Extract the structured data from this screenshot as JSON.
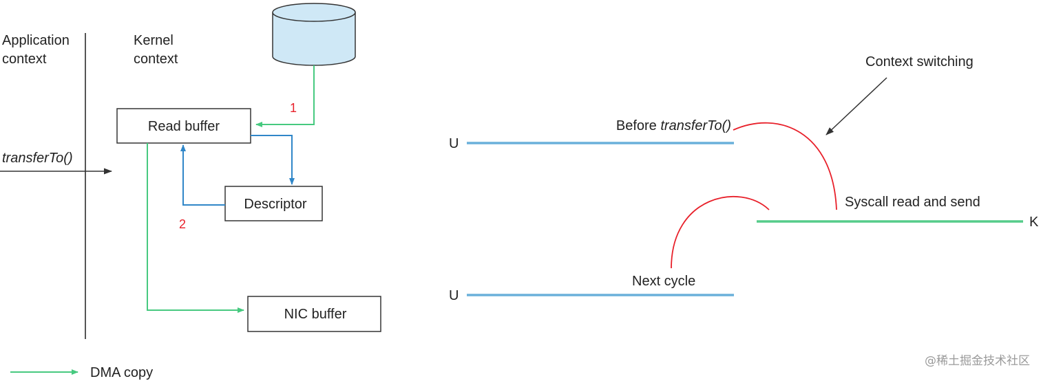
{
  "left_diagram": {
    "app_context_line1": "Application",
    "app_context_line2": "context",
    "kernel_context_line1": "Kernel",
    "kernel_context_line2": "context",
    "call_label": "transferTo()",
    "read_buffer": "Read buffer",
    "descriptor": "Descriptor",
    "nic_buffer": "NIC buffer",
    "step1": "1",
    "step2": "2",
    "legend_label": "DMA copy"
  },
  "right_diagram": {
    "context_switching": "Context switching",
    "before_prefix": "Before ",
    "before_call": "transferTo()",
    "user_mark_top": "U",
    "user_mark_bottom": "U",
    "kernel_mark": "K",
    "syscall_label": "Syscall read and send",
    "next_cycle": "Next cycle"
  },
  "watermark": "@稀土掘金技术社区",
  "colors": {
    "dma_green": "#46c97f",
    "blue": "#2f86c8",
    "user_line_blue": "#6ab0da",
    "kernel_line_green": "#55cc8a",
    "switch_red": "#e8202a",
    "disk_fill": "#cfe8f6"
  }
}
